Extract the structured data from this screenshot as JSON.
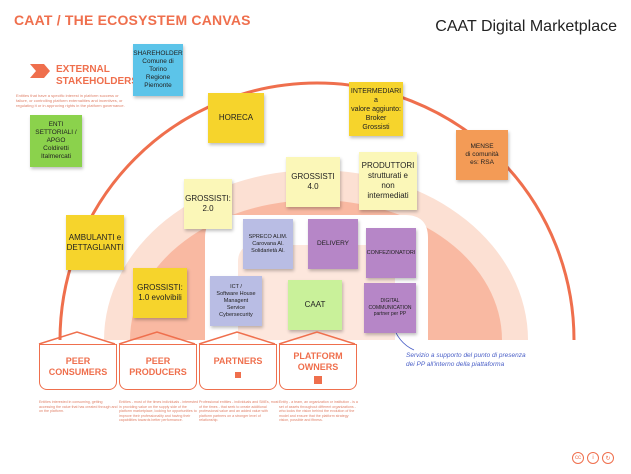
{
  "header": {
    "title": "CAAT / THE ECOSYSTEM CANVAS",
    "subtitle": "CAAT Digital Marketplace"
  },
  "external": {
    "label_line1": "EXTERNAL",
    "label_line2": "STAKEHOLDERS",
    "description": "Entities that have a specific interest in platform success or failure, or controlling platform externalities and incentives, or regulating it or in approving rights in the platform governance."
  },
  "notes": {
    "shareholder": "SHAREHOLDER\nComune di\nTorino\nRegione\nPiemonte",
    "enti": "ENTI\nSETTORIALI /\nAPGO\nColdiretti\nItalmercati",
    "horeca": "HORECA",
    "intermediari": "INTERMEDIARI a\nvalore aggiunto:\nBroker\nGrossisti",
    "mense": "MENSE\ndi comunità\nes: RSA",
    "grossisti40": "GROSSISTI\n4.0",
    "produttori": "PRODUTTORI\nstrutturati e\nnon\nintermediati",
    "grossisti20": "GROSSISTI:\n2.0",
    "ambulanti": "AMBULANTI e\nDETTAGLIANTI",
    "spreco": "SPRECO ALIM.\nCarovana Al.\nSolidarietà Al.",
    "delivery": "DELIVERY",
    "confezionatori": "CONFEZIONATORI",
    "grossisti10": "GROSSISTI:\n1.0 evolvibili",
    "ict": "ICT /\nSoftware House\nManagent\nService\nCybersecurity",
    "caat": "CAAT",
    "digital": "DIGITAL\nCOMMUNICATION\npartner per PP"
  },
  "roles": [
    {
      "label": "PEER\nCONSUMERS",
      "description": "Entities interested in consuming, getting accessing the value that has created through and on the platform."
    },
    {
      "label": "PEER\nPRODUCERS",
      "description": "Entities - most of the times individuals - interested in providing value on the supply side of the platform marketplace, looking for opportunities to improve their professionality and having their capabilities towards better performance."
    },
    {
      "label": "PARTNERS",
      "description": "Professional entities - individuals and SMEs, most of the times - that seek to create additional professional value and an added value with platform partners on a stronger level of relationship."
    },
    {
      "label": "PLATFORM\nOWNERS",
      "description": "Entity - a team, an organization or institution - is a set of assets throughout different organizations - who looks the vision behind the evolution of the model and ensure that the platform strategy vision, possible and fitness."
    }
  ],
  "annotation": "Servizio a supporto del punto di presenza\ndei PP all'interno della piattaforma",
  "footer": {
    "icons": [
      "cc-icon",
      "attribution-icon",
      "sharealike-icon"
    ]
  },
  "colors": {
    "accent": "#ef6f4d",
    "arc_outer": "#fbd9cb",
    "arc_inner": "#f7b4a0",
    "annotation": "#4a5fc7"
  }
}
